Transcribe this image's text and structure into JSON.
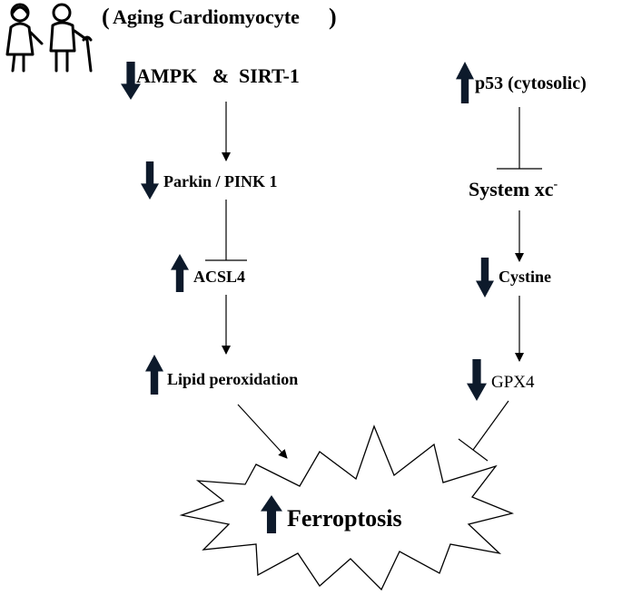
{
  "header": {
    "title": "Aging Cardiomyocyte",
    "icon": "elderly-couple-icon"
  },
  "left_pathway": {
    "ampk_sirt": "AMPK   &  SIRT-1",
    "parkin_pink": "Parkin / PINK 1",
    "acsl4": "ACSL4",
    "lipid": "Lipid peroxidation"
  },
  "right_pathway": {
    "p53": "p53 (cytosolic)",
    "system_xc": "System xc",
    "system_xc_sup": "-",
    "cystine": "Cystine",
    "gpx4": "GPX4"
  },
  "outcome": {
    "ferroptosis": "Ferroptosis"
  },
  "colors": {
    "ink": "#000000",
    "arrow_fill": "#0d1a2b",
    "background": "#ffffff"
  },
  "icons": {
    "up": "up-arrow-icon",
    "down": "down-arrow-icon"
  }
}
